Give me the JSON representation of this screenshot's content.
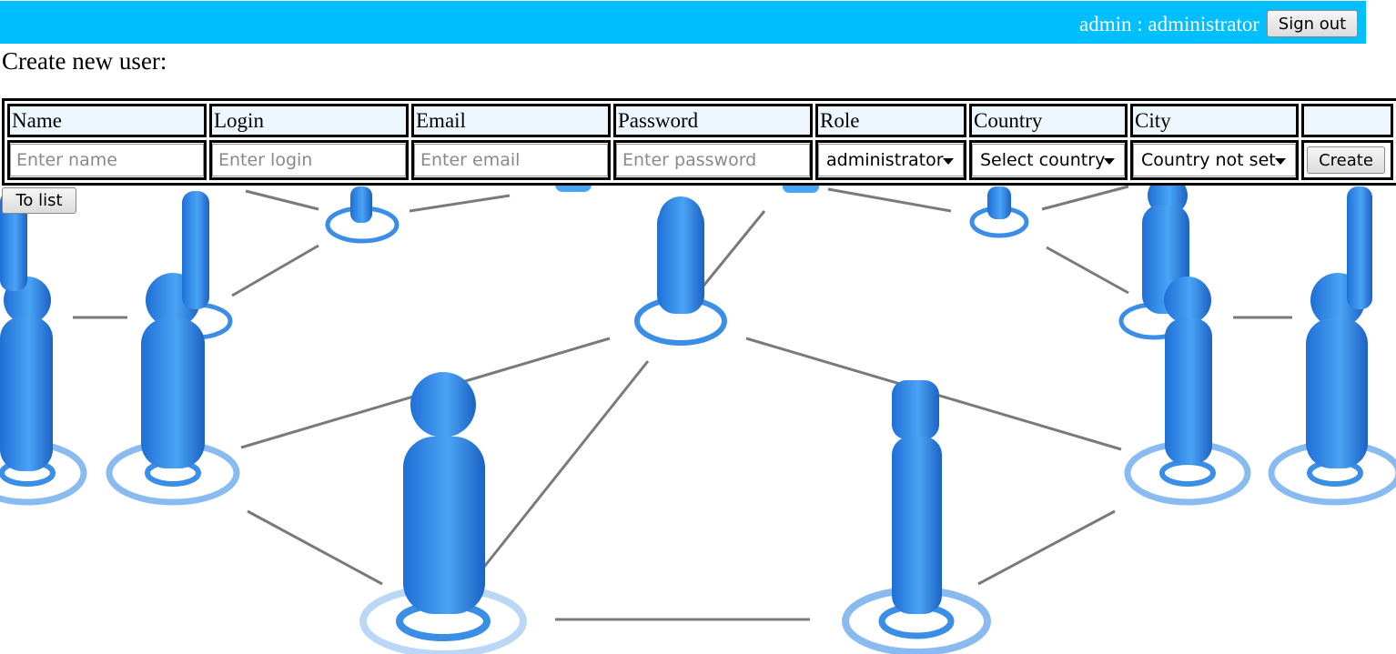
{
  "header": {
    "user_label": "admin : administrator",
    "signout_label": "Sign out",
    "bar_color": "#00bfff"
  },
  "page": {
    "title": "Create new user:"
  },
  "form": {
    "columns": [
      "Name",
      "Login",
      "Email",
      "Password",
      "Role",
      "Country",
      "City",
      ""
    ],
    "name_placeholder": "Enter name",
    "login_placeholder": "Enter login",
    "email_placeholder": "Enter email",
    "password_placeholder": "Enter password",
    "role_selected": "administrator",
    "country_selected": "Select country",
    "city_selected": "Country not set",
    "create_label": "Create"
  },
  "nav": {
    "to_list_label": "To list"
  },
  "background": {
    "description_icon": "network-people-icon",
    "accent": "#3a8ee6"
  }
}
